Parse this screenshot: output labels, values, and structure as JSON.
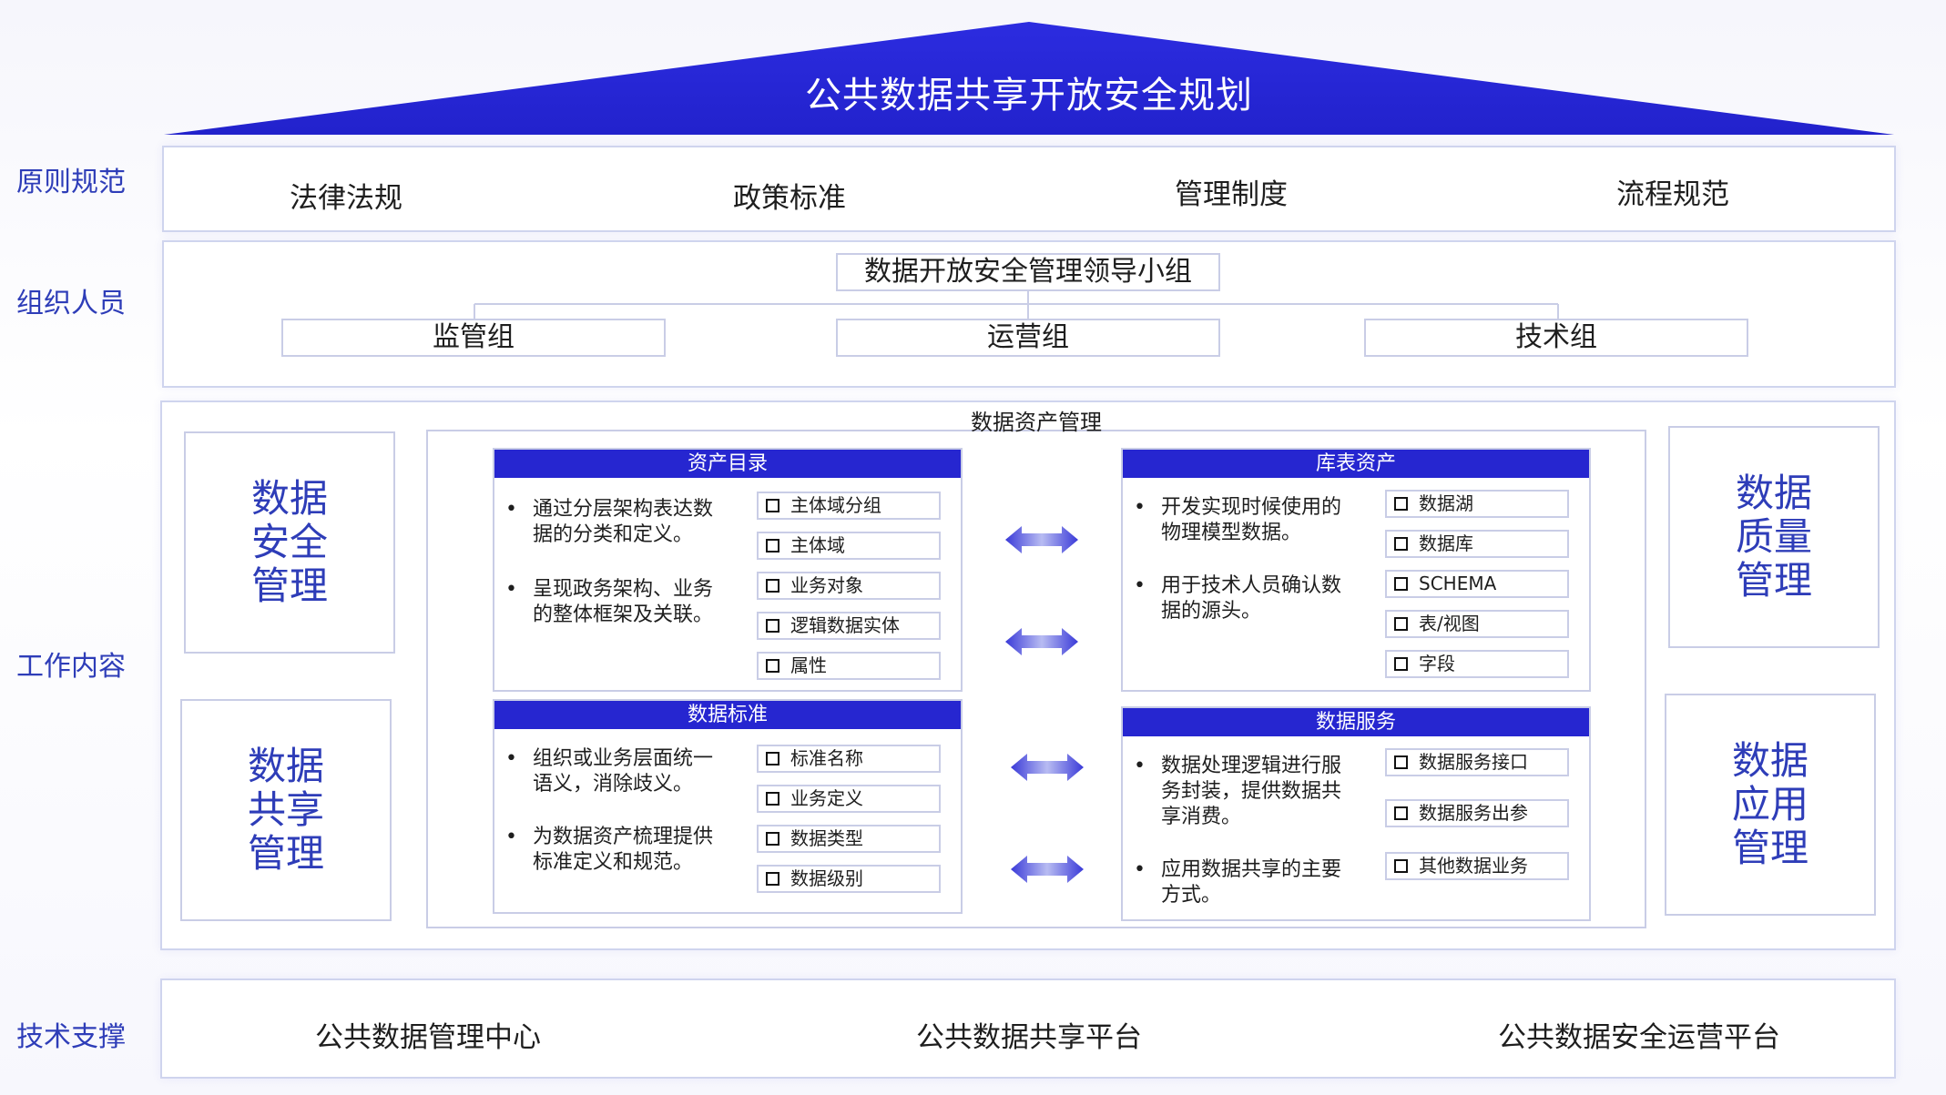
{
  "title": "公共数据共享开放安全规划",
  "row_labels": {
    "principles": "原则规范",
    "organization": "组织人员",
    "work": "工作内容",
    "tech": "技术支撑"
  },
  "principles": [
    "法律法规",
    "政策标准",
    "管理制度",
    "流程规范"
  ],
  "organization": {
    "leader": "数据开放安全管理领导小组",
    "groups": [
      "监管组",
      "运营组",
      "技术组"
    ]
  },
  "work": {
    "center_title": "数据资产管理",
    "side_left_top": "数据安全管理",
    "side_left_bottom": "数据共享管理",
    "side_right_top": "数据质量管理",
    "side_right_bottom": "数据应用管理",
    "panels": {
      "catalog": {
        "title": "资产目录",
        "bullets": [
          "通过分层架构表达数据的分类和定义。",
          "呈现政务架构、业务的整体框架及关联。"
        ],
        "tags": [
          "主体域分组",
          "主体域",
          "业务对象",
          "逻辑数据实体",
          "属性"
        ]
      },
      "library": {
        "title": "库表资产",
        "bullets": [
          "开发实现时候使用的物理模型数据。",
          "用于技术人员确认数据的源头。"
        ],
        "tags": [
          "数据湖",
          "数据库",
          "SCHEMA",
          "表/视图",
          "字段"
        ]
      },
      "standard": {
        "title": "数据标准",
        "bullets": [
          "组织或业务层面统一语义，消除歧义。",
          "为数据资产梳理提供标准定义和规范。"
        ],
        "tags": [
          "标准名称",
          "业务定义",
          "数据类型",
          "数据级别"
        ]
      },
      "service": {
        "title": "数据服务",
        "bullets": [
          "数据处理逻辑进行服务封装，提供数据共享消费。",
          "应用数据共享的主要方式。"
        ],
        "tags": [
          "数据服务接口",
          "数据服务出参",
          "其他数据业务"
        ]
      }
    }
  },
  "tech": [
    "公共数据管理中心",
    "公共数据共享平台",
    "公共数据安全运营平台"
  ],
  "colors": {
    "primary": "#2626d0",
    "label": "#2e3db8",
    "border": "#c9cde6"
  },
  "icons": {
    "bullet": "bullet-dot",
    "checkbox": "checkbox-icon",
    "arrow": "double-arrow-icon"
  }
}
